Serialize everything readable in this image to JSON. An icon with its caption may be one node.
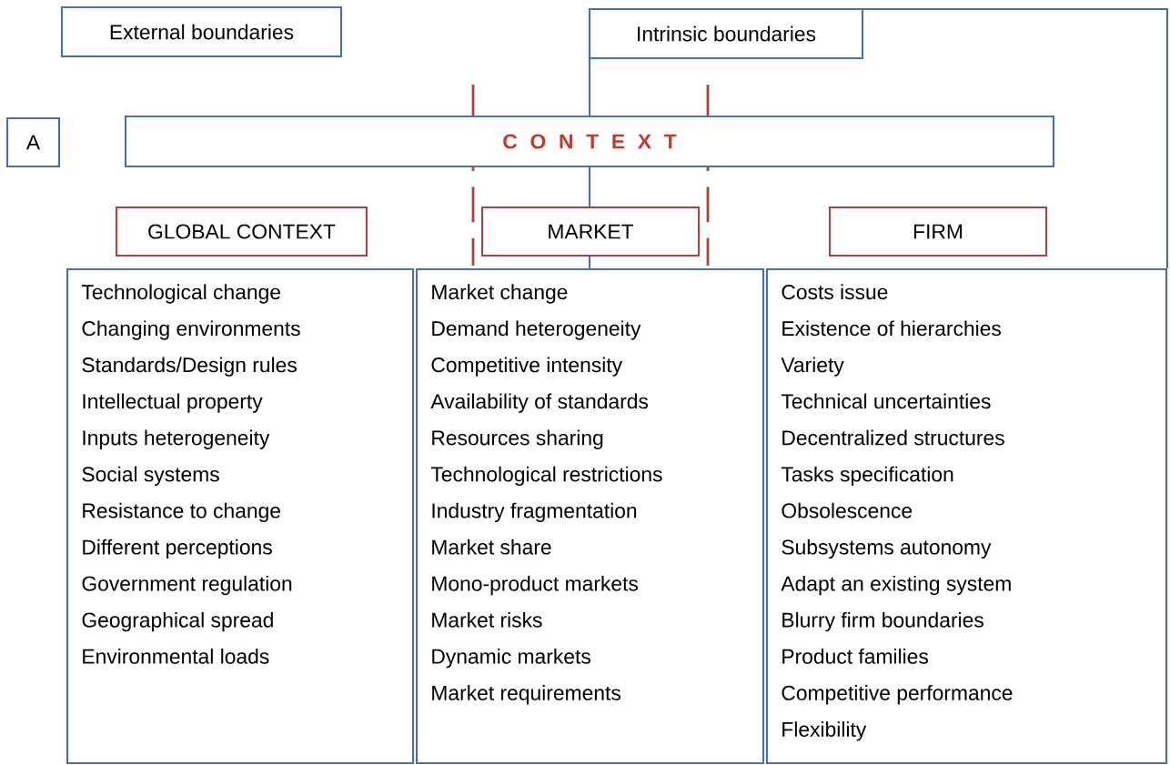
{
  "diagram": {
    "nodes": [
      {
        "text": [
          "External boundaries"
        ]
      },
      {
        "text": [
          "Intrinsic boundaries"
        ]
      },
      {
        "text": [
          "A"
        ]
      },
      {
        "text": [
          "C O N T E X T"
        ]
      },
      {
        "text": [
          "GLOBAL CONTEXT"
        ]
      },
      {
        "text": [
          "MARKET"
        ]
      },
      {
        "text": [
          "FIRM"
        ]
      },
      {
        "text": [
          "Technological change",
          "Changing environments",
          "Standards/Design rules",
          "Intellectual property",
          "Inputs heterogeneity",
          "Social systems",
          "Resistance to change",
          "Different perceptions",
          "Government regulation",
          "Geographical spread",
          "Environmental loads"
        ]
      },
      {
        "text": [
          "Market change",
          "Demand heterogeneity",
          "Competitive intensity",
          "Availability of standards",
          "Resources sharing",
          "Technological restrictions",
          "Industry fragmentation",
          "Market share",
          "Mono-product markets",
          "Market risks",
          "Dynamic markets",
          "Market requirements"
        ]
      },
      {
        "text": [
          "Costs issue",
          "Existence of hierarchies",
          "Variety",
          "Technical uncertainties",
          "Decentralized structures",
          "Tasks specification",
          "Obsolescence",
          "Subsystems autonomy",
          "Adapt an existing system",
          "Blurry firm boundaries",
          "Product families",
          "Competitive performance",
          "Flexibility"
        ]
      }
    ]
  }
}
